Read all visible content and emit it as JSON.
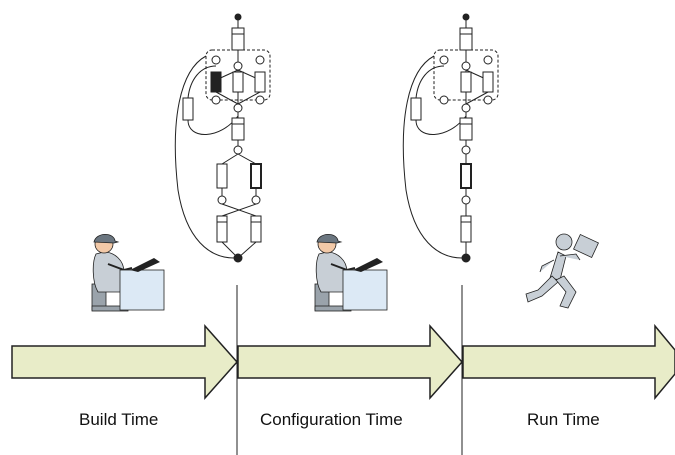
{
  "phases": [
    {
      "id": "build",
      "label": "Build Time"
    },
    {
      "id": "configuration",
      "label": "Configuration Time"
    },
    {
      "id": "run",
      "label": "Run Time"
    }
  ],
  "colors": {
    "arrow_fill": "#e8ecc8",
    "arrow_stroke": "#222222",
    "screen_fill": "#dce9f5",
    "skin": "#f2c9a8",
    "runner": "#c8cfd6"
  }
}
